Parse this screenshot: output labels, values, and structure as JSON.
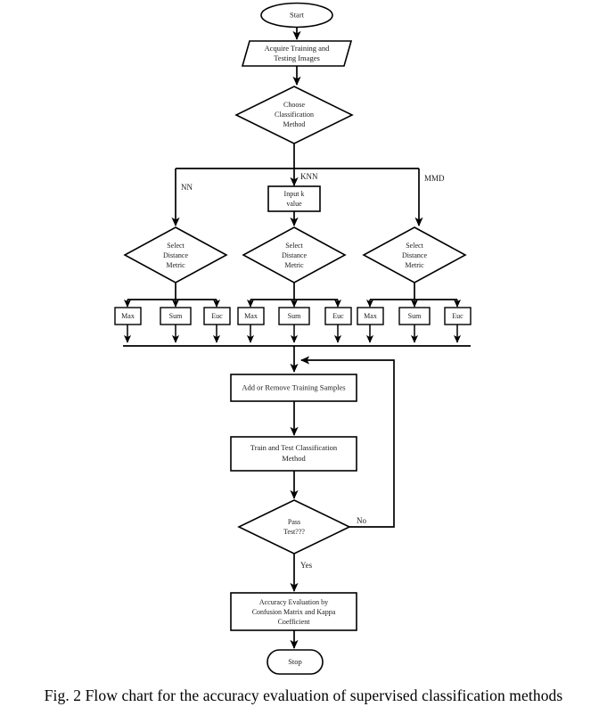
{
  "figure": {
    "caption": "Fig. 2 Flow chart for the accuracy evaluation of supervised classification methods",
    "colors": {
      "background": "#ffffff",
      "stroke": "#000000",
      "text": "#1a1a1a"
    }
  },
  "nodes": {
    "start": {
      "label": "Start",
      "shape": "ellipse"
    },
    "acquire": {
      "line1": "Acquire Training and",
      "line2": "Testing Images",
      "shape": "parallelogram"
    },
    "choose_method": {
      "line1": "Choose",
      "line2": "Classification",
      "line3": "Method",
      "shape": "diamond"
    },
    "input_k": {
      "line1": "Input k",
      "line2": "value",
      "shape": "rectangle"
    },
    "metric_nn": {
      "line1": "Select",
      "line2": "Distance",
      "line3": "Metric",
      "shape": "diamond"
    },
    "metric_knn": {
      "line1": "Select",
      "line2": "Distance",
      "line3": "Metric",
      "shape": "diamond"
    },
    "metric_mmd": {
      "line1": "Select",
      "line2": "Distance",
      "line3": "Metric",
      "shape": "diamond"
    },
    "add_remove": {
      "label": "Add or Remove Training Samples",
      "shape": "rectangle"
    },
    "train_test": {
      "line1": "Train and Test Classification",
      "line2": "Method",
      "shape": "rectangle"
    },
    "pass_test": {
      "line1": "Pass",
      "line2": "Test???",
      "shape": "diamond"
    },
    "accuracy_eval": {
      "line1": "Accuracy Evaluation by",
      "line2": "Confusion Matrix and Kappa",
      "line3": "Coefficient",
      "shape": "rectangle"
    },
    "stop": {
      "label": "Stop",
      "shape": "stadium"
    }
  },
  "metric_options": {
    "nn": [
      "Max",
      "Sum",
      "Euc"
    ],
    "knn": [
      "Max",
      "Sum",
      "Euc"
    ],
    "mmd": [
      "Max",
      "Sum",
      "Euc"
    ]
  },
  "edge_labels": {
    "branch_nn": "NN",
    "branch_knn": "KNN",
    "branch_mmd": "MMD",
    "pass_no": "No",
    "pass_yes": "Yes"
  }
}
